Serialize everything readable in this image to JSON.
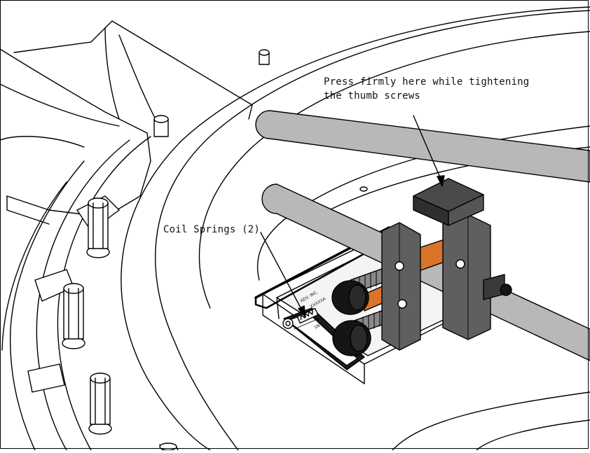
{
  "callouts": {
    "press_line1": "Press firmly here while tightening",
    "press_line2": "the thumb screws",
    "coil_springs": "Coil Springs (2)"
  },
  "colors": {
    "rod_fill": "#b8b8b8",
    "bracket_fill": "#5f5f5f",
    "block_fill": "#4a4a4a",
    "spring_accent": "#d9742a",
    "thumb_screw": "#151515",
    "line": "#000000"
  }
}
